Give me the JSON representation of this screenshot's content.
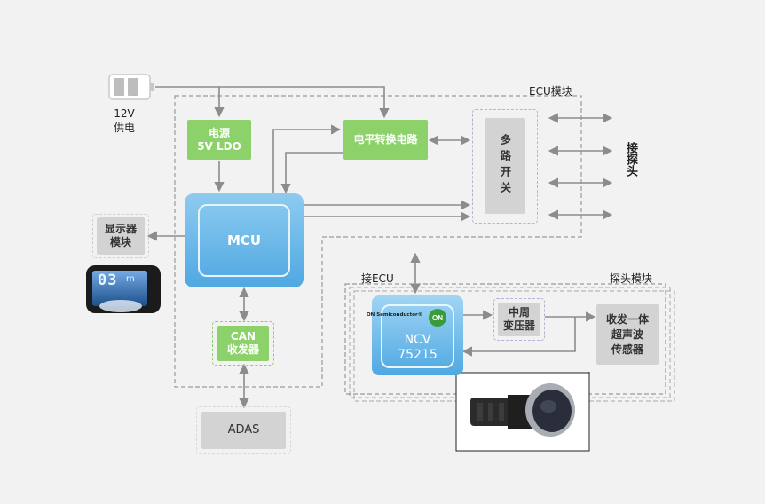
{
  "battery": {
    "label_line1": "12V",
    "label_line2": "供电"
  },
  "ecu_module": {
    "title": "ECU模块"
  },
  "power": {
    "line1": "电源",
    "line2": "5V LDO"
  },
  "level_shift": {
    "label": "电平转换电路"
  },
  "mux": {
    "label": "多路开关"
  },
  "probe_side": {
    "label": "接探头"
  },
  "display": {
    "line1": "显示器",
    "line2": "模块"
  },
  "display_screen": {
    "digits": "03",
    "unit": "m"
  },
  "mcu": {
    "label": "MCU"
  },
  "can": {
    "line1": "CAN",
    "line2": "收发器"
  },
  "adas": {
    "label": "ADAS"
  },
  "probe_module": {
    "title": "探头模块",
    "ecu_link": "接ECU"
  },
  "ncv": {
    "line1": "NCV",
    "line2": "75215",
    "brand": "ON Semiconductor®",
    "logo": "ON"
  },
  "transformer": {
    "line1": "中周",
    "line2": "变压器"
  },
  "sensor": {
    "line1": "收发一体",
    "line2": "超声波",
    "line3": "传感器"
  },
  "colors": {
    "green": "#8cd16a",
    "blue": "#4fa8e2",
    "grey": "#d3d3d3",
    "arrow": "#888888"
  }
}
